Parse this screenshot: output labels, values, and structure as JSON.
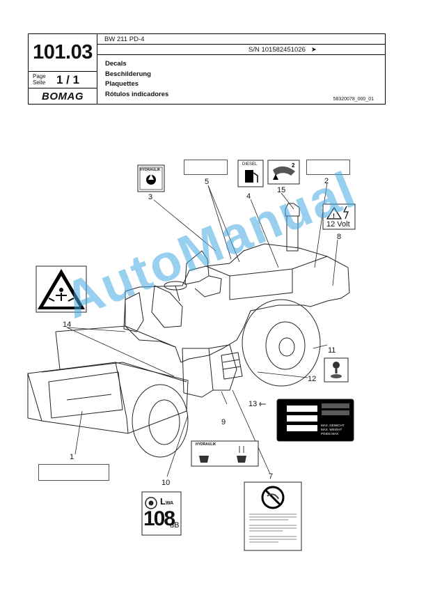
{
  "header": {
    "section_number": "101.03",
    "page_label_1": "Page",
    "page_label_2": "Seite",
    "page_value": "1 / 1",
    "logo": "BOMAG",
    "model": "BW 211 PD-4",
    "serial": "S/N 101582451026",
    "serial_arrow": "➤",
    "titles": [
      "Decals",
      "Beschilderung",
      "Plaquettes",
      "Rótulos indicadores"
    ],
    "doc_code": "58320078_000_01"
  },
  "decals": {
    "hydraulic_label": "HYDRAULIK",
    "diesel_label": "DIESEL",
    "volt_label": "12 Volt",
    "sound_label": "L",
    "sound_sub": "WA",
    "sound_value": "108",
    "sound_unit": "dB",
    "plate_lines_left": [
      "",
      "",
      ""
    ],
    "plate_lines_right": [
      "MAX. GEWICHT",
      "MAX. WEIGHT",
      "POIDS MAX."
    ]
  },
  "callouts": {
    "c1": "1",
    "c2": "2",
    "c3": "3",
    "c4": "4",
    "c5": "5",
    "c7": "7",
    "c8": "8",
    "c9": "9",
    "c10": "10",
    "c11": "11",
    "c12": "12",
    "c13": "13",
    "c14": "14",
    "c15": "15"
  },
  "watermark": "AutoManual"
}
